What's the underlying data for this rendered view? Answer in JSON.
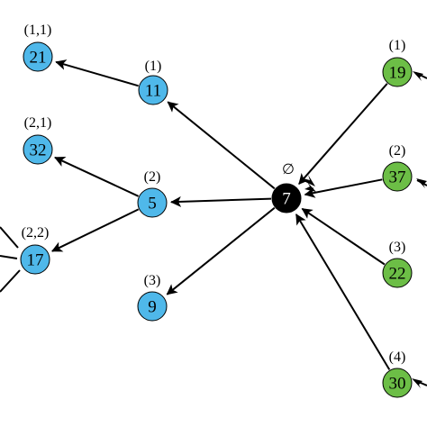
{
  "colors": {
    "blue": "#4fb8ea",
    "green": "#6cbe46",
    "root": "#000000",
    "stroke": "#000000"
  },
  "nodes": [
    {
      "id": "n7",
      "value": "7",
      "label": "∅",
      "color": "root"
    },
    {
      "id": "n11",
      "value": "11",
      "label": "(1)",
      "color": "blue"
    },
    {
      "id": "n5",
      "value": "5",
      "label": "(2)",
      "color": "blue"
    },
    {
      "id": "n9",
      "value": "9",
      "label": "(3)",
      "color": "blue"
    },
    {
      "id": "n21",
      "value": "21",
      "label": "(1,1)",
      "color": "blue"
    },
    {
      "id": "n32",
      "value": "32",
      "label": "(2,1)",
      "color": "blue"
    },
    {
      "id": "n17",
      "value": "17",
      "label": "(2,2)",
      "color": "blue"
    },
    {
      "id": "n19",
      "value": "19",
      "label": "(1)",
      "color": "green"
    },
    {
      "id": "n37",
      "value": "37",
      "label": "(2)",
      "color": "green"
    },
    {
      "id": "n22",
      "value": "22",
      "label": "(3)",
      "color": "green"
    },
    {
      "id": "n30",
      "value": "30",
      "label": "(4)",
      "color": "green"
    }
  ],
  "edges": [
    {
      "from": "n7",
      "to": "n11"
    },
    {
      "from": "n7",
      "to": "n5"
    },
    {
      "from": "n7",
      "to": "n9"
    },
    {
      "from": "n11",
      "to": "n21"
    },
    {
      "from": "n5",
      "to": "n32"
    },
    {
      "from": "n5",
      "to": "n17"
    },
    {
      "from": "n19",
      "to": "n7"
    },
    {
      "from": "n37",
      "to": "n7"
    },
    {
      "from": "n22",
      "to": "n7"
    },
    {
      "from": "n30",
      "to": "n7"
    }
  ]
}
